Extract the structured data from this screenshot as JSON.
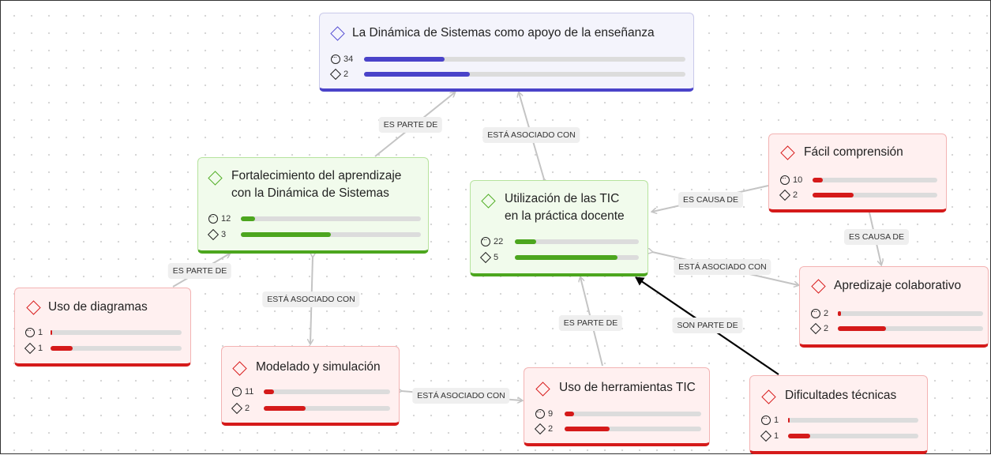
{
  "nodes": {
    "main": {
      "title": "La Dinámica de Sistemas como  apoyo de la  enseñanza",
      "stat1": {
        "value": "34",
        "fraction": 0.25
      },
      "stat2": {
        "value": "2",
        "fraction": 0.33
      }
    },
    "fortalecimiento": {
      "title1": "Fortalecimiento del aprendizaje",
      "title2": "con la Dinámica de Sistemas",
      "stat1": {
        "value": "12",
        "fraction": 0.08
      },
      "stat2": {
        "value": "3",
        "fraction": 0.5
      }
    },
    "utilizacion": {
      "title1": "Utilización de las TIC",
      "title2": "en la práctica docente",
      "stat1": {
        "value": "22",
        "fraction": 0.17
      },
      "stat2": {
        "value": "5",
        "fraction": 0.83
      }
    },
    "facil": {
      "title": "Fácil comprensión",
      "stat1": {
        "value": "10",
        "fraction": 0.08
      },
      "stat2": {
        "value": "2",
        "fraction": 0.33
      }
    },
    "apredizaje": {
      "title": "Apredizaje colaborativo",
      "stat1": {
        "value": "2",
        "fraction": 0.02
      },
      "stat2": {
        "value": "2",
        "fraction": 0.33
      }
    },
    "diagramas": {
      "title": "Uso de diagramas",
      "stat1": {
        "value": "1",
        "fraction": 0.01
      },
      "stat2": {
        "value": "1",
        "fraction": 0.17
      }
    },
    "modelado": {
      "title": "Modelado y simulación",
      "stat1": {
        "value": "11",
        "fraction": 0.08
      },
      "stat2": {
        "value": "2",
        "fraction": 0.33
      }
    },
    "herramientas": {
      "title": "Uso de herramientas TIC",
      "stat1": {
        "value": "9",
        "fraction": 0.07
      },
      "stat2": {
        "value": "2",
        "fraction": 0.33
      }
    },
    "dificultades": {
      "title": "Dificultades técnicas",
      "stat1": {
        "value": "1",
        "fraction": 0.01
      },
      "stat2": {
        "value": "1",
        "fraction": 0.17
      }
    }
  },
  "edge_labels": {
    "parte_de_1": "ES PARTE DE",
    "asociado_1": "ESTÁ ASOCIADO CON",
    "causa_1": "ES CAUSA DE",
    "causa_2": "ES CAUSA DE",
    "asociado_2": "ESTÁ ASOCIADO CON",
    "parte_de_2": "ES PARTE DE",
    "asociado_3": "ESTÁ ASOCIADO CON",
    "parte_de_3": "ES PARTE DE",
    "son_parte_de": "SON PARTE DE",
    "asociado_4": "ESTÁ ASOCIADO CON"
  },
  "colors": {
    "blue": "#4a43c9",
    "green": "#4ca61e",
    "red": "#d51a1a",
    "edge": "#c4c4c4",
    "edge_highlight": "#000000"
  },
  "icons": {
    "concept": "diamond-icon",
    "comments": "comment-icon"
  }
}
